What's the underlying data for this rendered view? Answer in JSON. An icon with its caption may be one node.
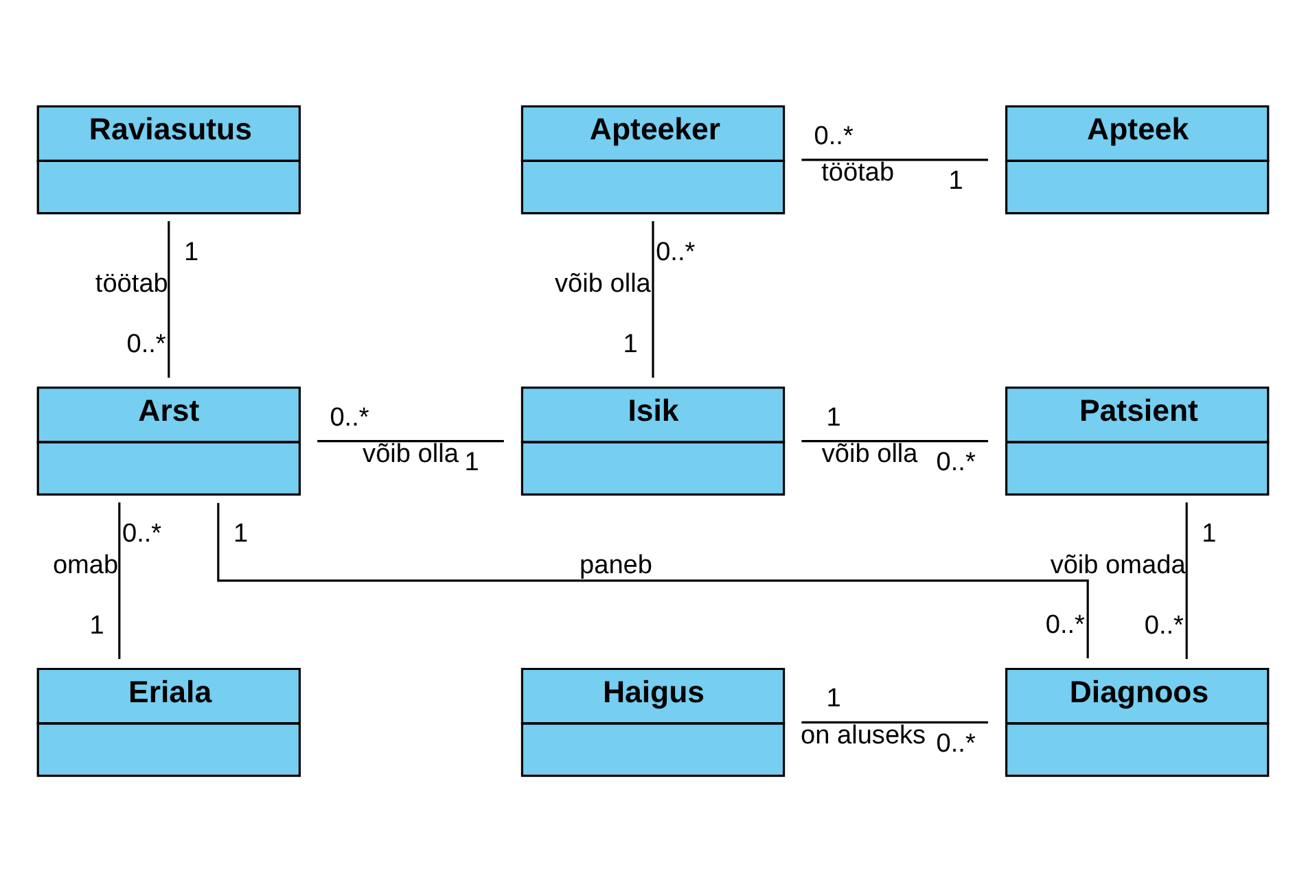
{
  "diagram": {
    "nodes": [
      {
        "text": [
          "Raviasutus"
        ]
      },
      {
        "text": [
          "Apteeker"
        ]
      },
      {
        "text": [
          "Apteek"
        ]
      },
      {
        "text": [
          "Arst"
        ]
      },
      {
        "text": [
          "Isik"
        ]
      },
      {
        "text": [
          "Patsient"
        ]
      },
      {
        "text": [
          "Eriala"
        ]
      },
      {
        "text": [
          "Haigus"
        ]
      },
      {
        "text": [
          "Diagnoos"
        ]
      }
    ],
    "edges": [
      {
        "from": 0,
        "to": 3,
        "arrow": "none",
        "label": "töötab"
      },
      {
        "from": 1,
        "to": 2,
        "arrow": "none",
        "label": "töötab"
      },
      {
        "from": 1,
        "to": 4,
        "arrow": "none",
        "label": "võib olla"
      },
      {
        "from": 3,
        "to": 4,
        "arrow": "none",
        "label": "võib olla"
      },
      {
        "from": 4,
        "to": 5,
        "arrow": "none",
        "label": "võib olla"
      },
      {
        "from": 3,
        "to": 8,
        "arrow": "none",
        "label": "paneb"
      },
      {
        "from": 5,
        "to": 8,
        "arrow": "none",
        "label": "võib omada"
      },
      {
        "from": 3,
        "to": 6,
        "arrow": "none",
        "label": "omab"
      },
      {
        "from": 7,
        "to": 8,
        "arrow": "none",
        "label": "on aluseks"
      }
    ],
    "labels": [
      "1",
      "0..*",
      "0..*",
      "1",
      "0..*",
      "1",
      "0..*",
      "1",
      "1",
      "0..*",
      "1",
      "0..*",
      "1",
      "0..*",
      "0..*",
      "1",
      "1",
      "0..*"
    ]
  }
}
